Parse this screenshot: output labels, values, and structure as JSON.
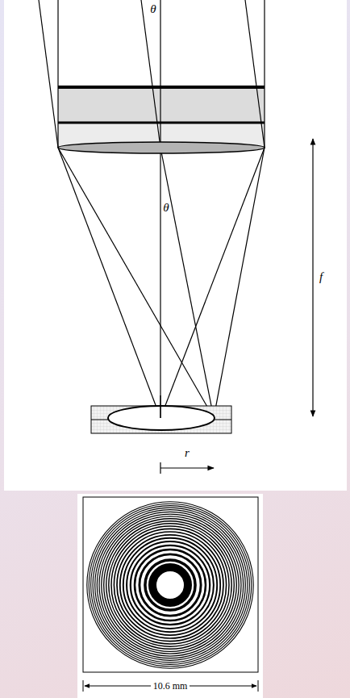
{
  "diagram": {
    "labels": [
      "θ",
      "θ",
      "f",
      "r",
      "10.6 mm"
    ]
  }
}
